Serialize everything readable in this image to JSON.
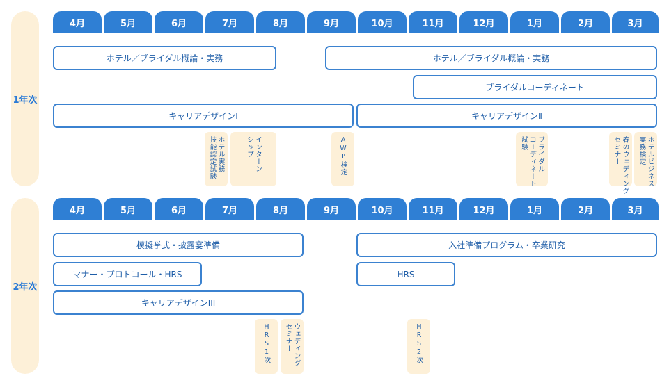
{
  "year1": {
    "label": "1年次",
    "months": [
      "4月",
      "5月",
      "6月",
      "7月",
      "8月",
      "9月",
      "10月",
      "11月",
      "12月",
      "1月",
      "2月",
      "3月"
    ],
    "bars": [
      {
        "label": "ホテル／ブライダル概論・実務"
      },
      {
        "label": "ホテル／ブライダル概論・実務"
      },
      {
        "label": "ブライダルコーディネート"
      },
      {
        "label": "キャリアデザインⅠ"
      },
      {
        "label": "キャリアデザインⅡ"
      }
    ],
    "cards": [
      {
        "lines": [
          "ホテル実務",
          "技能認定試験"
        ]
      },
      {
        "lines": [
          "インターン",
          "シップ"
        ]
      },
      {
        "lines": [
          "AWP検定"
        ]
      },
      {
        "lines": [
          "ブライダル",
          "コーディネート",
          "試験"
        ]
      },
      {
        "lines": [
          "春のウェディング",
          "セミナー"
        ]
      },
      {
        "lines": [
          "ホテルビジネス",
          "実務検定"
        ]
      }
    ]
  },
  "year2": {
    "label": "2年次",
    "months": [
      "4月",
      "5月",
      "6月",
      "7月",
      "8月",
      "9月",
      "10月",
      "11月",
      "12月",
      "1月",
      "2月",
      "3月"
    ],
    "bars": [
      {
        "label": "模擬挙式・披露宴準備"
      },
      {
        "label": "入社準備プログラム・卒業研究"
      },
      {
        "label": "マナー・プロトコール・HRS"
      },
      {
        "label": "HRS"
      },
      {
        "label": "キャリアデザインIII"
      }
    ],
    "cards": [
      {
        "lines": [
          "HRS1次"
        ]
      },
      {
        "lines": [
          "ウェディング",
          "セミナー"
        ]
      },
      {
        "lines": [
          "HRS2次"
        ]
      }
    ]
  }
}
